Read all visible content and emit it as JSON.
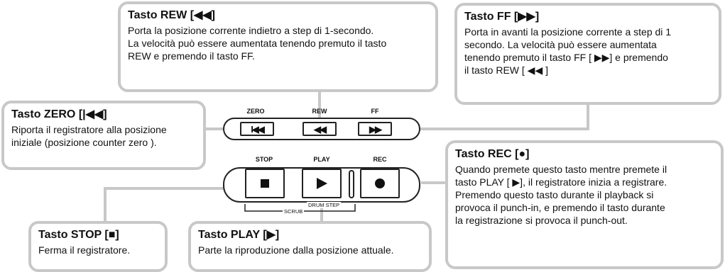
{
  "callouts": {
    "rew": {
      "title": "Tasto REW [◀◀]",
      "lines": [
        "Porta la posizione corrente indietro a step di 1-secondo.",
        "La velocità può essere aumentata tenendo premuto il tasto",
        "REW  e premendo il tasto FF."
      ]
    },
    "ff": {
      "title": "Tasto FF [▶▶]",
      "lines": [
        "Porta in avanti la posizione corrente a step di 1",
        "secondo. La velocità può essere aumentata",
        "tenendo premuto il tasto FF [ ▶▶] e premendo",
        " il tasto REW [ ◀◀ ]"
      ]
    },
    "zero": {
      "title": "Tasto ZERO [|◀◀]",
      "lines": [
        "Riporta il registratore alla posizione",
        "iniziale (posizione counter zero )."
      ]
    },
    "rec": {
      "title": "Tasto REC [●]",
      "lines": [
        "Quando premete questo tasto mentre premete il",
        "tasto PLAY [ ▶], il registratore inizia a registrare.",
        "Premendo questo tasto durante il playback si",
        "provoca il punch-in, e premendo il tasto durante",
        "la registrazione si provoca il punch-out."
      ]
    },
    "stop": {
      "title": "Tasto STOP [■]",
      "lines": [
        "Ferma il registratore."
      ]
    },
    "play": {
      "title": "Tasto PLAY [▶]",
      "lines": [
        "Parte la riproduzione dalla posizione attuale."
      ]
    }
  },
  "panel": {
    "zero_label": "ZERO",
    "rew_label": "REW",
    "ff_label": "FF",
    "stop_label": "STOP",
    "play_label": "PLAY",
    "rec_label": "REC",
    "zero_glyph": "I◀◀",
    "rew_glyph": "◀◀",
    "ff_glyph": "▶▶",
    "drum_step_label": "DRUM STEP",
    "scrub_label": "SCRUB"
  }
}
